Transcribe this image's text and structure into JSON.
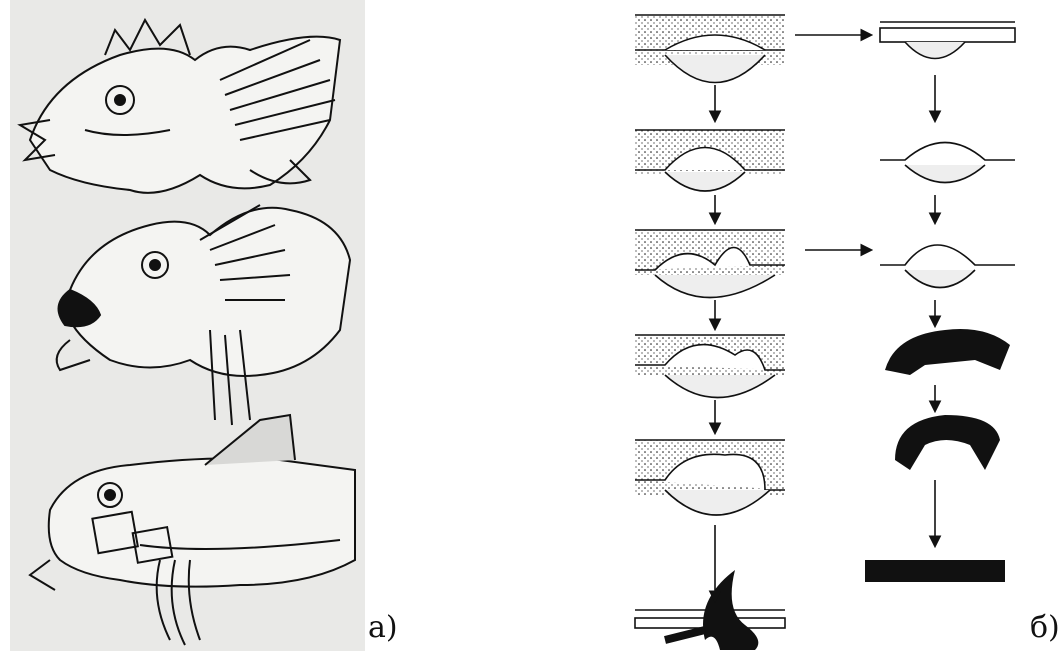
{
  "figure": {
    "panels": [
      {
        "label": "а)",
        "content": "fish-illustrations"
      },
      {
        "label": "б)",
        "content": "development-stages"
      }
    ],
    "colors": {
      "ink": "#111111",
      "paper_left": "#e9e9e7",
      "paper_right": "#ffffff"
    },
    "panel_b": {
      "left_column_stages": 6,
      "right_column_stages": 6,
      "arrows": [
        "down",
        "down",
        "down",
        "down",
        "down",
        "right",
        "right",
        "down",
        "down",
        "down",
        "down",
        "down"
      ]
    }
  }
}
